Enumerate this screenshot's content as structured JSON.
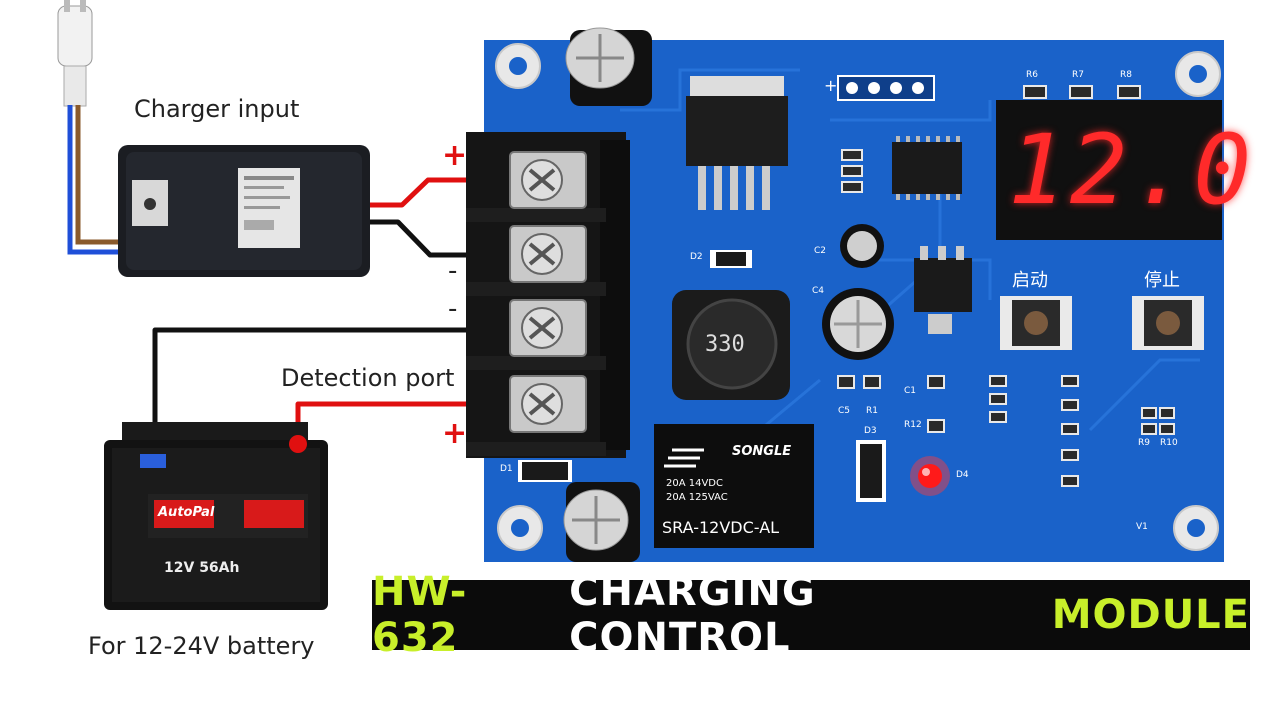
{
  "labels": {
    "charger_input": "Charger input",
    "detection_port": "Detection port",
    "battery": "For 12-24V battery",
    "plus_top": "+",
    "plus_bottom": "+",
    "minus_1": "-",
    "minus_2": "-"
  },
  "display": {
    "value": "12.0"
  },
  "board": {
    "start_label": "启动",
    "stop_label": "停止",
    "inductor": "330",
    "relay_brand": "SONGLE",
    "relay_spec1": "20A 14VDC",
    "relay_spec2": "20A 125VAC",
    "relay_model": "SRA-12VDC-AL",
    "header_plus": "+",
    "d2": "D2",
    "d3": "D3",
    "d4": "D4",
    "d1": "D1",
    "c2": "C2",
    "c4": "C4",
    "c5": "C5",
    "c1": "C1",
    "r1": "R1",
    "r12": "R12",
    "r6": "R6",
    "r7": "R7",
    "r8": "R8",
    "r9": "R9",
    "r10": "R10",
    "v1": "V1"
  },
  "battery_brand": {
    "brand": "AutoPal",
    "spec": "12V 56Ah"
  },
  "banner": {
    "part1": "HW-632",
    "part2": "CHARGING CONTROL",
    "part3": "MODULE"
  },
  "colors": {
    "pcb": "#1a62c9",
    "banner_bg": "#0b0b0b",
    "banner_green": "#c8ef2a",
    "segment_red": "#ff2a2a",
    "wire_red": "#e01010",
    "wire_black": "#111111"
  }
}
